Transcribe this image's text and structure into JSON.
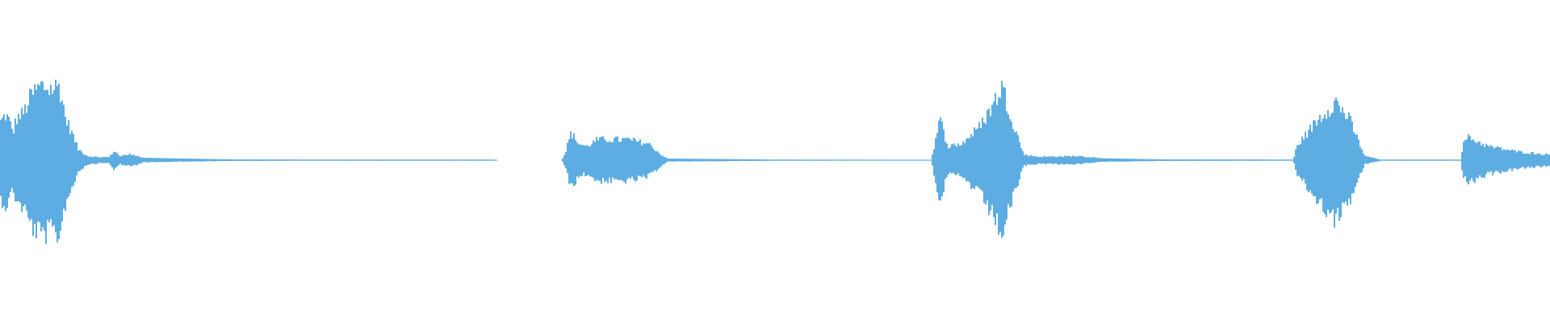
{
  "chart_data": {
    "type": "area",
    "title": "",
    "xlabel": "",
    "ylabel": "",
    "xlim": [
      0,
      100
    ],
    "ylim": [
      -1,
      1
    ],
    "grid": false,
    "legend": "none",
    "color": "#5dade2",
    "background": "#ffffff",
    "symmetric": true,
    "envelope": [
      [
        0,
        0.28
      ],
      [
        0.3,
        0.33
      ],
      [
        0.5,
        0.3
      ],
      [
        0.8,
        0.2
      ],
      [
        1.0,
        0.3
      ],
      [
        1.5,
        0.35
      ],
      [
        2.0,
        0.48
      ],
      [
        2.6,
        0.54
      ],
      [
        3.2,
        0.52
      ],
      [
        3.8,
        0.54
      ],
      [
        4.2,
        0.3
      ],
      [
        4.6,
        0.2
      ],
      [
        5.0,
        0.08
      ],
      [
        5.6,
        0.03
      ],
      [
        6.5,
        0.02
      ],
      [
        7.0,
        0.02
      ],
      [
        7.3,
        0.07
      ],
      [
        7.7,
        0.03
      ],
      [
        8.5,
        0.045
      ],
      [
        9.2,
        0.015
      ],
      [
        12,
        0.01
      ],
      [
        15,
        0.005
      ],
      [
        20,
        0.004
      ],
      [
        31.7,
        0.004
      ],
      [
        32,
        0
      ],
      [
        36.2,
        0
      ],
      [
        36.4,
        0.05
      ],
      [
        36.8,
        0.2
      ],
      [
        37.3,
        0.12
      ],
      [
        37.8,
        0.1
      ],
      [
        38.5,
        0.15
      ],
      [
        40.5,
        0.15
      ],
      [
        41.8,
        0.12
      ],
      [
        42.5,
        0.05
      ],
      [
        43,
        0.01
      ],
      [
        50,
        0.004
      ],
      [
        60,
        0.003
      ],
      [
        60.1,
        0.04
      ],
      [
        60.6,
        0.3
      ],
      [
        61.1,
        0.1
      ],
      [
        62,
        0.12
      ],
      [
        63.2,
        0.25
      ],
      [
        64,
        0.4
      ],
      [
        64.6,
        0.54
      ],
      [
        65.1,
        0.35
      ],
      [
        66,
        0.04
      ],
      [
        67,
        0.025
      ],
      [
        69.5,
        0.03
      ],
      [
        71,
        0.012
      ],
      [
        75,
        0.005
      ],
      [
        83.4,
        0.004
      ],
      [
        83.6,
        0.1
      ],
      [
        85,
        0.3
      ],
      [
        86.1,
        0.43
      ],
      [
        87,
        0.3
      ],
      [
        88,
        0.03
      ],
      [
        89,
        0.004
      ],
      [
        94.2,
        0.004
      ],
      [
        94.3,
        0.1
      ],
      [
        94.6,
        0.17
      ],
      [
        96,
        0.1
      ],
      [
        98,
        0.06
      ],
      [
        100,
        0.04
      ]
    ]
  }
}
